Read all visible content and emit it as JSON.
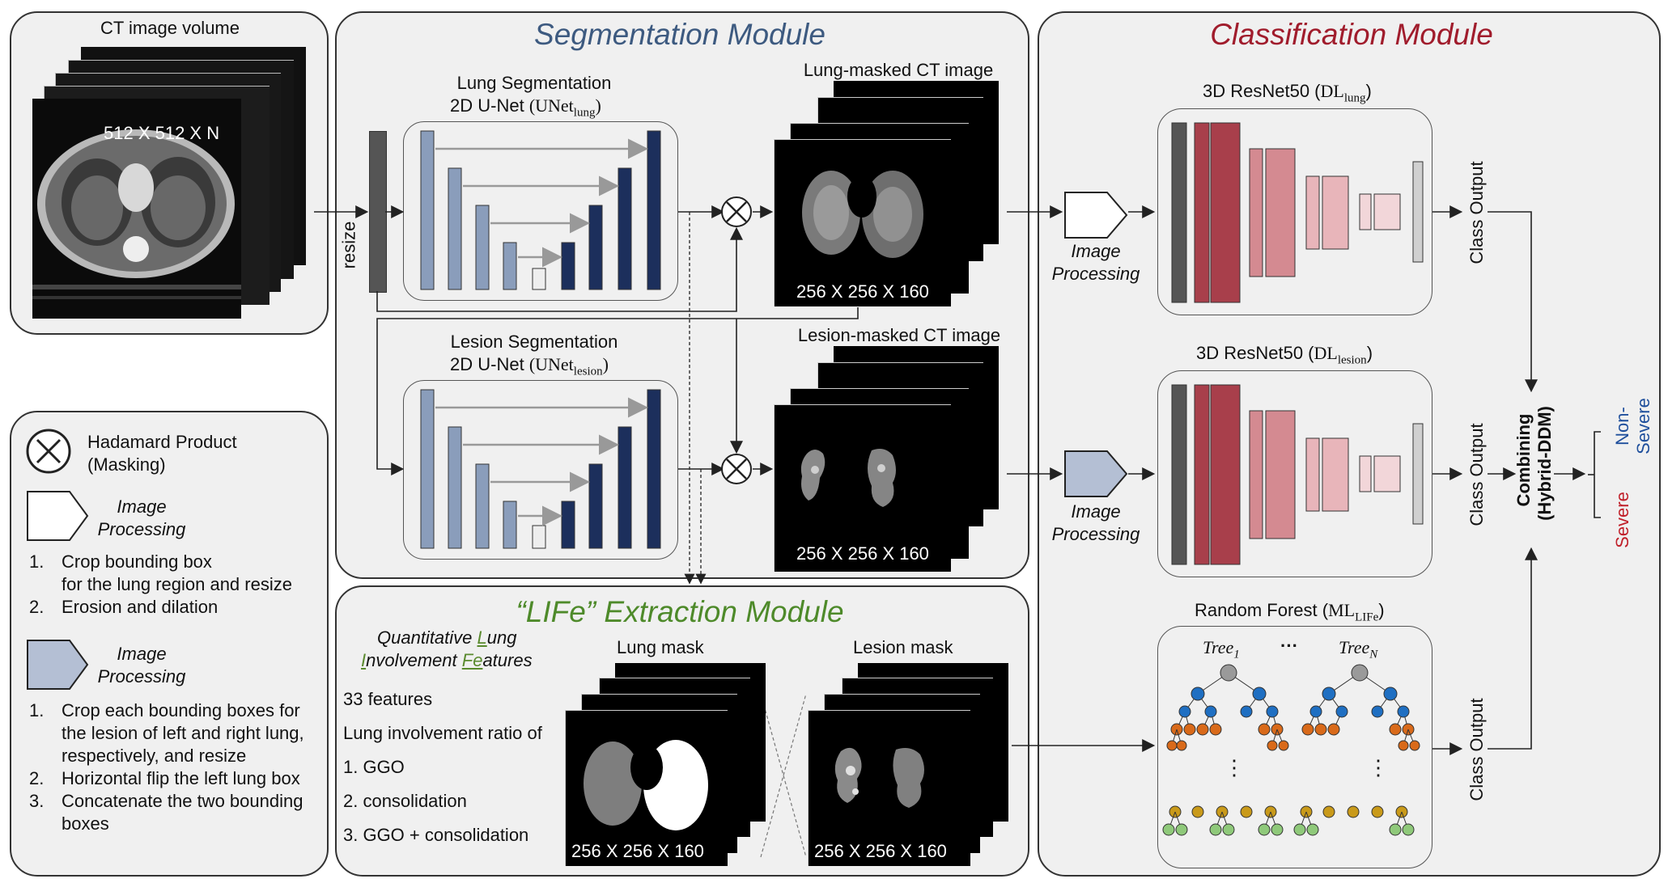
{
  "colors": {
    "segmentation_title": "#3d5a80",
    "classification_title": "#a01c2c",
    "lifeextraction_title": "#4e8a2a",
    "unet_light": "#8a9dbb",
    "unet_dark": "#1c2f5c",
    "resnet_dark": "#a83f4b",
    "resnet_mid": "#d48a91",
    "resnet_light": "#e8b5ba",
    "tree_gray": "#9a9a9a",
    "tree_blue": "#1f6fc2",
    "tree_orange": "#d96a1a",
    "tree_gold": "#c99a1a",
    "tree_green": "#8fc97a",
    "label_blue": "#1f4f9c",
    "label_red": "#c0202a"
  },
  "input": {
    "title": "CT image volume",
    "dims": "512 X 512 X N"
  },
  "segmentation": {
    "title": "Segmentation Module",
    "resize_label": "resize",
    "lung_unet_line1": "Lung Segmentation",
    "lung_unet_line2": "2D U-Net",
    "lung_unet_sym": "UNet",
    "lung_unet_sub": "lung",
    "lesion_unet_line1": "Lesion Segmentation",
    "lesion_unet_line2": "2D U-Net",
    "lesion_unet_sym": "UNet",
    "lesion_unet_sub": "lesion",
    "lung_masked_title": "Lung-masked CT image",
    "lung_masked_dims": "256 X 256 X 160",
    "lesion_masked_title": "Lesion-masked CT image",
    "lesion_masked_dims": "256 X 256 X 160"
  },
  "legend": {
    "hadamard_line1": "Hadamard Product",
    "hadamard_line2": "(Masking)",
    "ip_white_line1": "Image",
    "ip_white_line2": "Processing",
    "white_steps": [
      {
        "num": "1.",
        "lines": [
          "Crop bounding box",
          "for the lung region and resize"
        ]
      },
      {
        "num": "2.",
        "lines": [
          "Erosion and dilation"
        ]
      }
    ],
    "ip_blue_line1": "Image",
    "ip_blue_line2": "Processing",
    "blue_steps": [
      {
        "num": "1.",
        "lines": [
          "Crop each bounding boxes for",
          "the lesion of left and right lung,",
          "respectively, and resize"
        ]
      },
      {
        "num": "2.",
        "lines": [
          "Horizontal flip the left lung box"
        ]
      },
      {
        "num": "3.",
        "lines": [
          "Concatenate the two bounding",
          "boxes"
        ]
      }
    ]
  },
  "life": {
    "title": "“LIFe” Extraction Module",
    "subtitle_line1_a": "Quantitative ",
    "subtitle_line1_b": "L",
    "subtitle_line1_c": "ung",
    "subtitle_line2_a": "I",
    "subtitle_line2_b": "nvolvement ",
    "subtitle_line2_c": "Fe",
    "subtitle_line2_d": "atures",
    "features_count": "33 features",
    "ratio_label": "Lung involvement ratio of",
    "items": [
      "1. GGO",
      "2. consolidation",
      "3. GGO + consolidation"
    ],
    "lung_mask_title": "Lung mask",
    "lung_mask_dims": "256 X 256 X 160",
    "lesion_mask_title": "Lesion mask",
    "lesion_mask_dims": "256 X 256 X 160"
  },
  "classification": {
    "title": "Classification Module",
    "ip1_line1": "Image",
    "ip1_line2": "Processing",
    "ip2_line1": "Image",
    "ip2_line2": "Processing",
    "resnet_lung_a": "3D ResNet50 (",
    "resnet_lung_sym": "DL",
    "resnet_lung_sub": "lung",
    "resnet_lung_c": ")",
    "resnet_lesion_a": "3D ResNet50 (",
    "resnet_lesion_sym": "DL",
    "resnet_lesion_sub": "lesion",
    "resnet_lesion_c": ")",
    "rf_a": "Random Forest (",
    "rf_sym": "ML",
    "rf_sub": "LIFe",
    "rf_c": ")",
    "tree1": "Tree",
    "tree1_sub": "1",
    "treeN": "Tree",
    "treeN_sub": "N",
    "dots": "···",
    "vdots": "⋮",
    "class_output_1": "Class Output",
    "class_output_2": "Class Output",
    "class_output_3": "Class Output",
    "combining_line1": "Combining",
    "combining_line2": "(Hybrid-DDM)",
    "non_severe_line1": "Non-",
    "non_severe_line2": "Severe",
    "severe": "Severe"
  }
}
